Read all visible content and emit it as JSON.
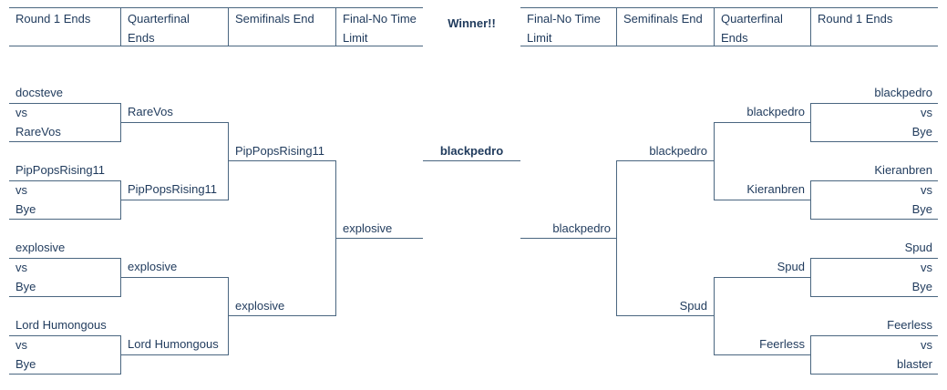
{
  "headers": {
    "left": [
      "Round 1 Ends",
      "Quarterfinal Ends",
      "Semifinals End",
      "Final-No Time Limit"
    ],
    "winner": "Winner!!",
    "right": [
      "Final-No Time Limit",
      "Semifinals End",
      "Quarterfinal Ends",
      "Round 1 Ends"
    ]
  },
  "left": {
    "round1": [
      {
        "top": "docsteve",
        "vs": "vs",
        "bottom": "RareVos"
      },
      {
        "top": "PipPopsRising11",
        "vs": "vs",
        "bottom": "Bye"
      },
      {
        "top": "explosive",
        "vs": "vs",
        "bottom": "Bye"
      },
      {
        "top": "Lord Humongous",
        "vs": "vs",
        "bottom": "Bye"
      }
    ],
    "quarterfinal": [
      "RareVos",
      "PipPopsRising11",
      "explosive",
      "Lord Humongous"
    ],
    "semifinal": [
      "PipPopsRising11",
      "explosive"
    ],
    "final": "explosive"
  },
  "winner": "blackpedro",
  "right": {
    "round1": [
      {
        "top": "blackpedro",
        "vs": "vs",
        "bottom": "Bye"
      },
      {
        "top": "Kieranbren",
        "vs": "vs",
        "bottom": "Bye"
      },
      {
        "top": "Spud",
        "vs": "vs",
        "bottom": "Bye"
      },
      {
        "top": "Feerless",
        "vs": "vs",
        "bottom": "blaster"
      }
    ],
    "quarterfinal": [
      "blackpedro",
      "Kieranbren",
      "Spud",
      "Feerless"
    ],
    "semifinal": [
      "blackpedro",
      "Spud"
    ],
    "final": "blackpedro"
  }
}
